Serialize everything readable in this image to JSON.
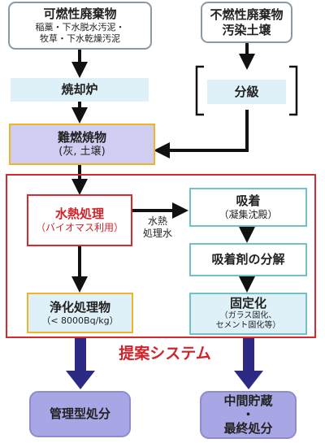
{
  "nodes": {
    "combustible_waste": {
      "title": "可燃性廃棄物",
      "line1": "稲藁・下水脱水汚泥・",
      "line2": "牧草・下水乾燥汚泥"
    },
    "noncombustible_waste": {
      "title": "不燃性廃棄物",
      "line2": "汚染土壌"
    },
    "incinerator": {
      "title": "焼却炉"
    },
    "classification": {
      "title": "分級"
    },
    "residue": {
      "title": "難燃焼物",
      "sub": "(灰, 土壌)"
    },
    "hydrothermal": {
      "title": "水熱処理",
      "sub": "（バイオマス利用）"
    },
    "adsorption": {
      "title": "吸着",
      "sub": "（凝集沈殿）"
    },
    "adsorbent_decomp": {
      "title": "吸着剤の分解"
    },
    "purified": {
      "title": "浄化処理物",
      "sub": "（< 8000Bq/kg）"
    },
    "solidification": {
      "title": "固定化",
      "line1": "（ガラス固化、",
      "line2": "セメント固化等）"
    },
    "managed_disposal": {
      "title": "管理型処分"
    },
    "interim_storage": {
      "line1": "中間貯蔵",
      "line2": "・",
      "line3": "最終処分"
    }
  },
  "labels": {
    "hydro_water_1": "水熱",
    "hydro_water_2": "処理水",
    "proposed_system": "提案システム"
  },
  "colors": {
    "gray_border": "#8a9aa3",
    "light_blue_fill": "#dff1f8",
    "orange_border": "#f0b428",
    "lavender_fill": "#cfcef2",
    "red_border": "#d8292f",
    "red_text": "#d0232a",
    "teal_border": "#6fc3c6",
    "navy_arrow": "#2d2a86",
    "purple_box": "#a9a6e6"
  }
}
